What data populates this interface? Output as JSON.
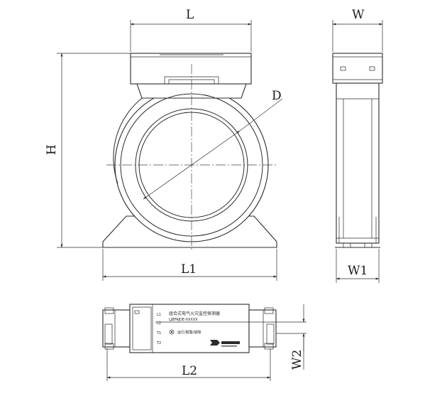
{
  "dimensions": {
    "L": "L",
    "W": "W",
    "H": "H",
    "D": "D",
    "L1": "L1",
    "W1": "W1",
    "L2": "L2",
    "W2": "W2"
  },
  "module_label": {
    "title": "组合式电气火灾监控探测器",
    "model": "LJBFAJDE-XXXXX",
    "indicator": "运行/报警/故障",
    "terminals": [
      "L1",
      "L2",
      "T1",
      "T2"
    ]
  }
}
